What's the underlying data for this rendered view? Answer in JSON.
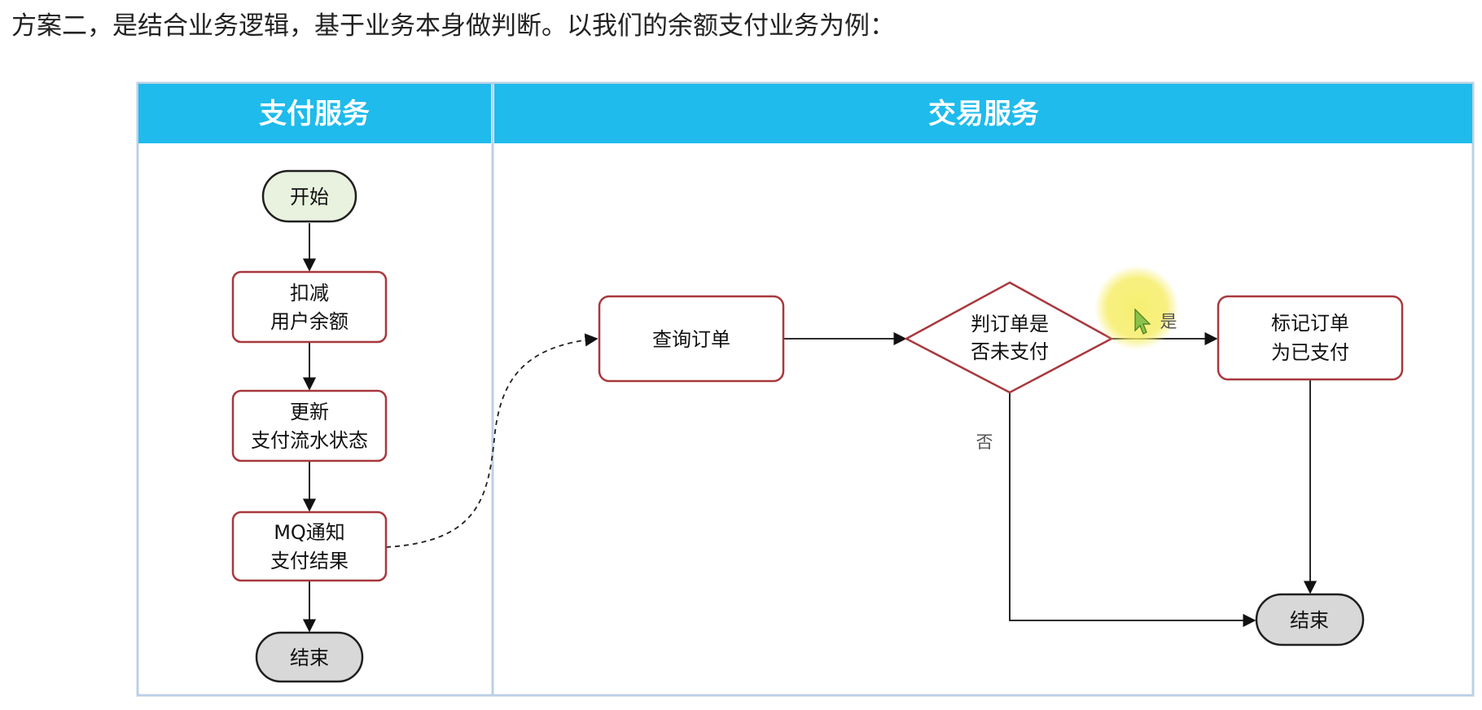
{
  "intro_text": "方案二，是结合业务逻辑，基于业务本身做判断。以我们的余额支付业务为例：",
  "lanes": {
    "payment": {
      "title": "支付服务"
    },
    "trade": {
      "title": "交易服务"
    }
  },
  "nodes": {
    "start": {
      "lines": [
        "开始"
      ]
    },
    "deduct": {
      "lines": [
        "扣减",
        "用户余额"
      ]
    },
    "update": {
      "lines": [
        "更新",
        "支付流水状态"
      ]
    },
    "mq": {
      "lines": [
        "MQ通知",
        "支付结果"
      ]
    },
    "end_payment": {
      "lines": [
        "结束"
      ]
    },
    "query": {
      "lines": [
        "查询订单"
      ]
    },
    "check": {
      "lines": [
        "判订单是",
        "否未支付"
      ]
    },
    "mark": {
      "lines": [
        "标记订单",
        "为已支付"
      ]
    },
    "end_trade": {
      "lines": [
        "结束"
      ]
    }
  },
  "edge_labels": {
    "yes": "是",
    "no": "否"
  },
  "colors": {
    "lane_header": "#1ebbec",
    "lane_border": "#bcd0e6",
    "node_border": "#a8383d",
    "start_fill": "#e9f2de",
    "end_fill": "#d8d8d8",
    "cursor_highlight": "#f6ee6a"
  }
}
